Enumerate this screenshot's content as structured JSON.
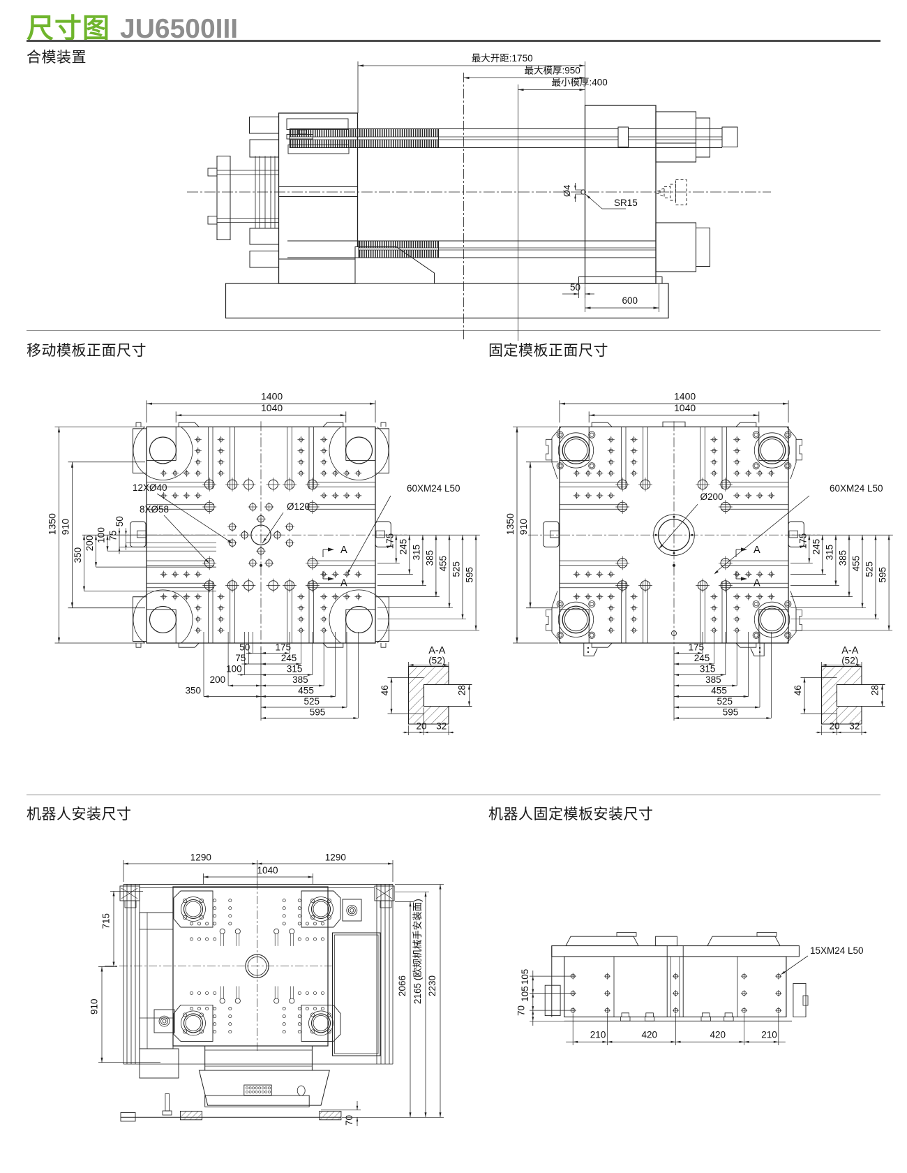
{
  "page": {
    "title": "尺寸图",
    "model": "JU6500III",
    "accent_color": "#6fb52d",
    "model_color": "#8d8d8d"
  },
  "sections": {
    "clamping": "合模装置",
    "moving_platen": "移动模板正面尺寸",
    "fixed_platen": "固定模板正面尺寸",
    "robot": "机器人安装尺寸",
    "robot_fixed": "机器人固定模板安装尺寸"
  },
  "clamping_unit": {
    "max_daylight": "最大开距:1750",
    "max_mold_thickness": "最大模厚:950",
    "min_mold_thickness": "最小模厚:400",
    "sprue_hole": "Ø4",
    "nozzle_radius": "SR15",
    "offset_50": "50",
    "offset_600": "600"
  },
  "moving_platen": {
    "width": "1400",
    "tie_bar_h": "1040",
    "height": "1350",
    "tie_bar_v": "910",
    "holes_label_1": "12XØ40",
    "holes_label_2": "8XØ58",
    "center_hole": "Ø120",
    "thread_label": "60XM24 L50",
    "section_marker": "A",
    "left_offsets": [
      "50",
      "75",
      "100",
      "200",
      "350"
    ],
    "side_offsets": [
      "175",
      "245",
      "315",
      "385",
      "455",
      "525",
      "595"
    ],
    "bottom_left_offsets": [
      "50",
      "75",
      "100",
      "200",
      "350"
    ],
    "bottom_right_offsets": [
      "175",
      "245",
      "315",
      "385",
      "455",
      "525",
      "595"
    ],
    "section_view": {
      "title": "A-A",
      "width_ref": "(52)",
      "h_left": "46",
      "h_right": "28",
      "w1": "20",
      "w2": "32"
    }
  },
  "fixed_platen": {
    "width": "1400",
    "tie_bar_h": "1040",
    "height": "1350",
    "tie_bar_v": "910",
    "center_hole": "Ø200",
    "thread_label": "60XM24 L50",
    "section_marker": "A",
    "side_offsets": [
      "175",
      "245",
      "315",
      "385",
      "455",
      "525",
      "595"
    ],
    "bottom_offsets": [
      "175",
      "245",
      "315",
      "385",
      "455",
      "525",
      "595"
    ],
    "section_view": {
      "title": "A-A",
      "width_ref": "(52)",
      "h_left": "46",
      "h_right": "28",
      "w1": "20",
      "w2": "32"
    }
  },
  "robot_install": {
    "half_width_left": "1290",
    "half_width_right": "1290",
    "tie_bar_h": "1040",
    "v_715": "715",
    "v_910": "910",
    "h_2066": "2066",
    "h_2165": "2165 (欧规机械手安装面)",
    "h_2230": "2230",
    "base_70": "70"
  },
  "robot_fixed_platen": {
    "thread_label": "15XM24 L50",
    "row_offsets": [
      "105",
      "105",
      "70"
    ],
    "col_offsets": [
      "210",
      "420",
      "420",
      "210"
    ]
  }
}
